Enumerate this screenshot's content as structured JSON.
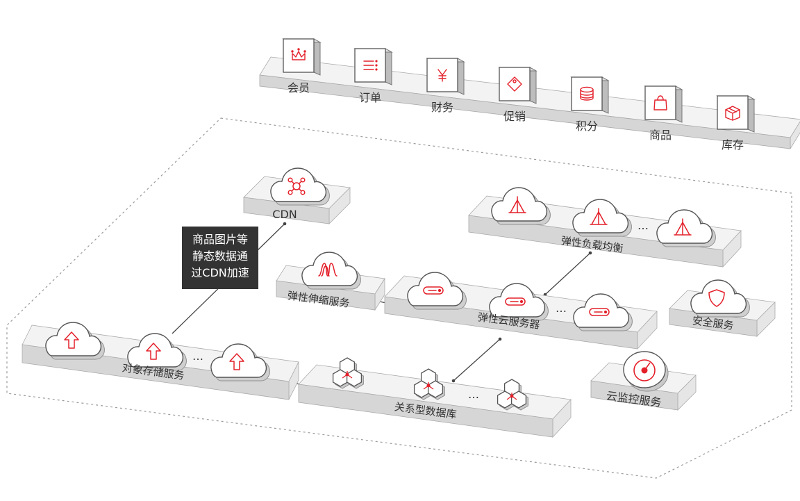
{
  "colors": {
    "accent": "#e4202a",
    "platform_top": "#f3f3f3",
    "platform_side": "#d6d6d6",
    "platform_edge": "#aaaaaa",
    "label": "#333333",
    "callout_bg": "#333333",
    "callout_text": "#ffffff",
    "dash": "#9a9a9a",
    "connector": "#444444"
  },
  "business_bar": {
    "items": [
      {
        "label": "会员",
        "icon": "crown-icon"
      },
      {
        "label": "订单",
        "icon": "list-icon"
      },
      {
        "label": "财务",
        "icon": "yen-icon"
      },
      {
        "label": "促销",
        "icon": "tag-icon"
      },
      {
        "label": "积分",
        "icon": "coin-stack-icon"
      },
      {
        "label": "商品",
        "icon": "shopping-bag-icon"
      },
      {
        "label": "库存",
        "icon": "box-icon"
      }
    ]
  },
  "services": {
    "cdn": {
      "label": "CDN",
      "icon": "network-icon"
    },
    "elb": {
      "label": "弹性负载均衡",
      "icon": "load-balancer-icon"
    },
    "as": {
      "label": "弹性伸缩服务",
      "icon": "auto-scaling-icon"
    },
    "ecs": {
      "label": "弹性云服务器",
      "icon": "server-icon"
    },
    "security": {
      "label": "安全服务",
      "icon": "shield-icon"
    },
    "obs": {
      "label": "对象存储服务",
      "icon": "upload-icon"
    },
    "rds": {
      "label": "关系型数据库",
      "icon": "hexagon-cluster-icon"
    },
    "ces": {
      "label": "云监控服务",
      "icon": "gauge-icon"
    }
  },
  "ellipsis": "…",
  "callout": {
    "lines": [
      "商品图片等",
      "静态数据通",
      "过CDN加速"
    ]
  }
}
